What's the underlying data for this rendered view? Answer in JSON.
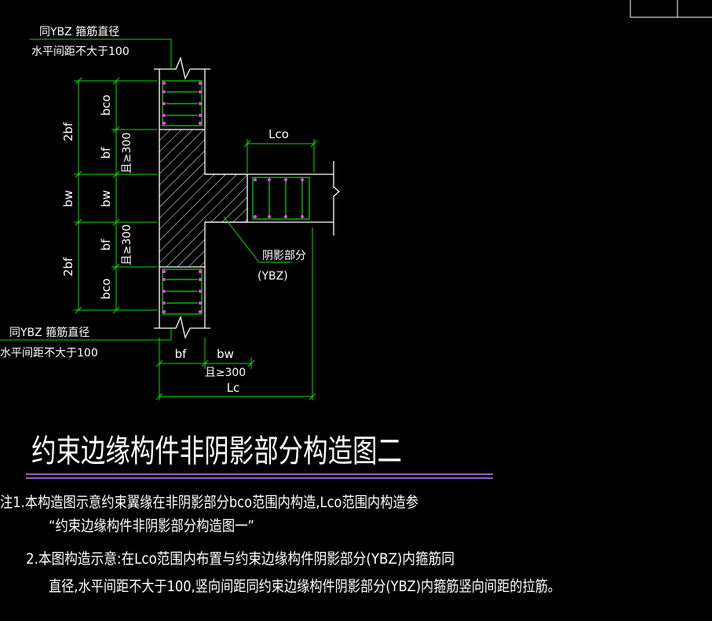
{
  "title": "约束边缘构件非阴影部分构造图二",
  "leaders": {
    "top_line1": "同YBZ 箍筋直径",
    "top_line2": "水平间距不大于100",
    "bottom_line1": "同YBZ 箍筋直径",
    "bottom_line2": "水平间距不大于100",
    "shaded_line1": "阴影部分",
    "shaded_line2": "(YBZ)"
  },
  "dimensions": {
    "left_outer_top": "2bf",
    "left_outer_mid": "bw",
    "left_outer_bot": "2bf",
    "left_inner_bco_top": "bco",
    "left_inner_bf_top": "bf",
    "left_inner_bw": "bw",
    "left_inner_bf_bot": "bf",
    "left_inner_bco_bot": "bco",
    "left_min_top": "且≥300",
    "left_min_bot": "且≥300",
    "lco": "Lco",
    "bottom_bf": "bf",
    "bottom_bw": "bw",
    "bottom_min": "且≥300",
    "bottom_lc": "Lc"
  },
  "notes": {
    "line1": "注1.本构造图示意约束翼缘在非阴影部分bco范围内构造,Lco范围内构造参",
    "line2": "“约束边缘构件非阴影部分构造图一”",
    "line3": "2.本图构造示意:在Lco范围内布置与约束边缘构件阴影部分(YBZ)内箍筋同",
    "line4": "直径,水平间距不大于100,竖向间距同约束边缘构件阴影部分(YBZ)内箍筋竖向间距的拉筋。"
  },
  "colors": {
    "background": "#000000",
    "text": "#ffffff",
    "dimension": "#00e000",
    "rebar_dot": "#ff40ff",
    "title_underline": "#c080ff"
  }
}
